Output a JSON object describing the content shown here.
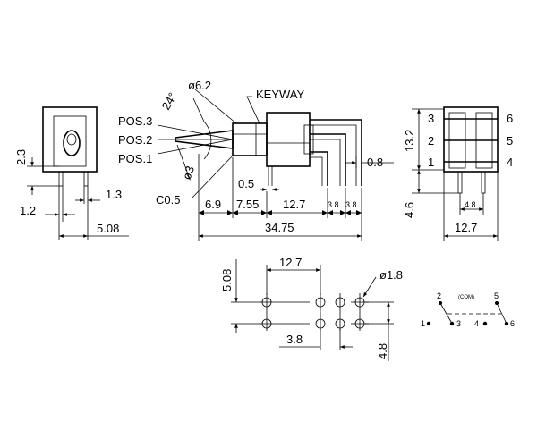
{
  "front_view": {
    "dim_height": "2.3",
    "dim_pin_width": "1.2",
    "dim_pin_offset": "1.3",
    "dim_pin_pitch": "5.08"
  },
  "side_view": {
    "pos3": "POS.3",
    "pos2": "POS.2",
    "pos1": "POS.1",
    "angle": "24°",
    "diameter_shaft": "ø6.2",
    "keyway": "KEYWAY",
    "diameter_lever": "ø3",
    "chamfer": "C0.5",
    "dim_0_5": "0.5",
    "dim_6_9": "6.9",
    "dim_7_55": "7.55",
    "dim_12_7": "12.7",
    "dim_3_8a": "3.8",
    "dim_3_8b": "3.8",
    "dim_total": "34.75",
    "dim_0_8": "0.8"
  },
  "end_view": {
    "pins": [
      "3",
      "2",
      "1",
      "6",
      "5",
      "4"
    ],
    "dim_13_2": "13.2",
    "dim_4_6": "4.6",
    "dim_4_8": "4.8",
    "dim_12_7": "12.7"
  },
  "pcb_layout": {
    "dim_5_08": "5.08",
    "dim_12_7": "12.7",
    "dim_hole": "ø1.8",
    "dim_3_8": "3.8",
    "dim_4_8": "4.8"
  },
  "schematic": {
    "com_label": "(COM)",
    "terminals": [
      "2",
      "5",
      "1",
      "3",
      "4",
      "6"
    ]
  }
}
